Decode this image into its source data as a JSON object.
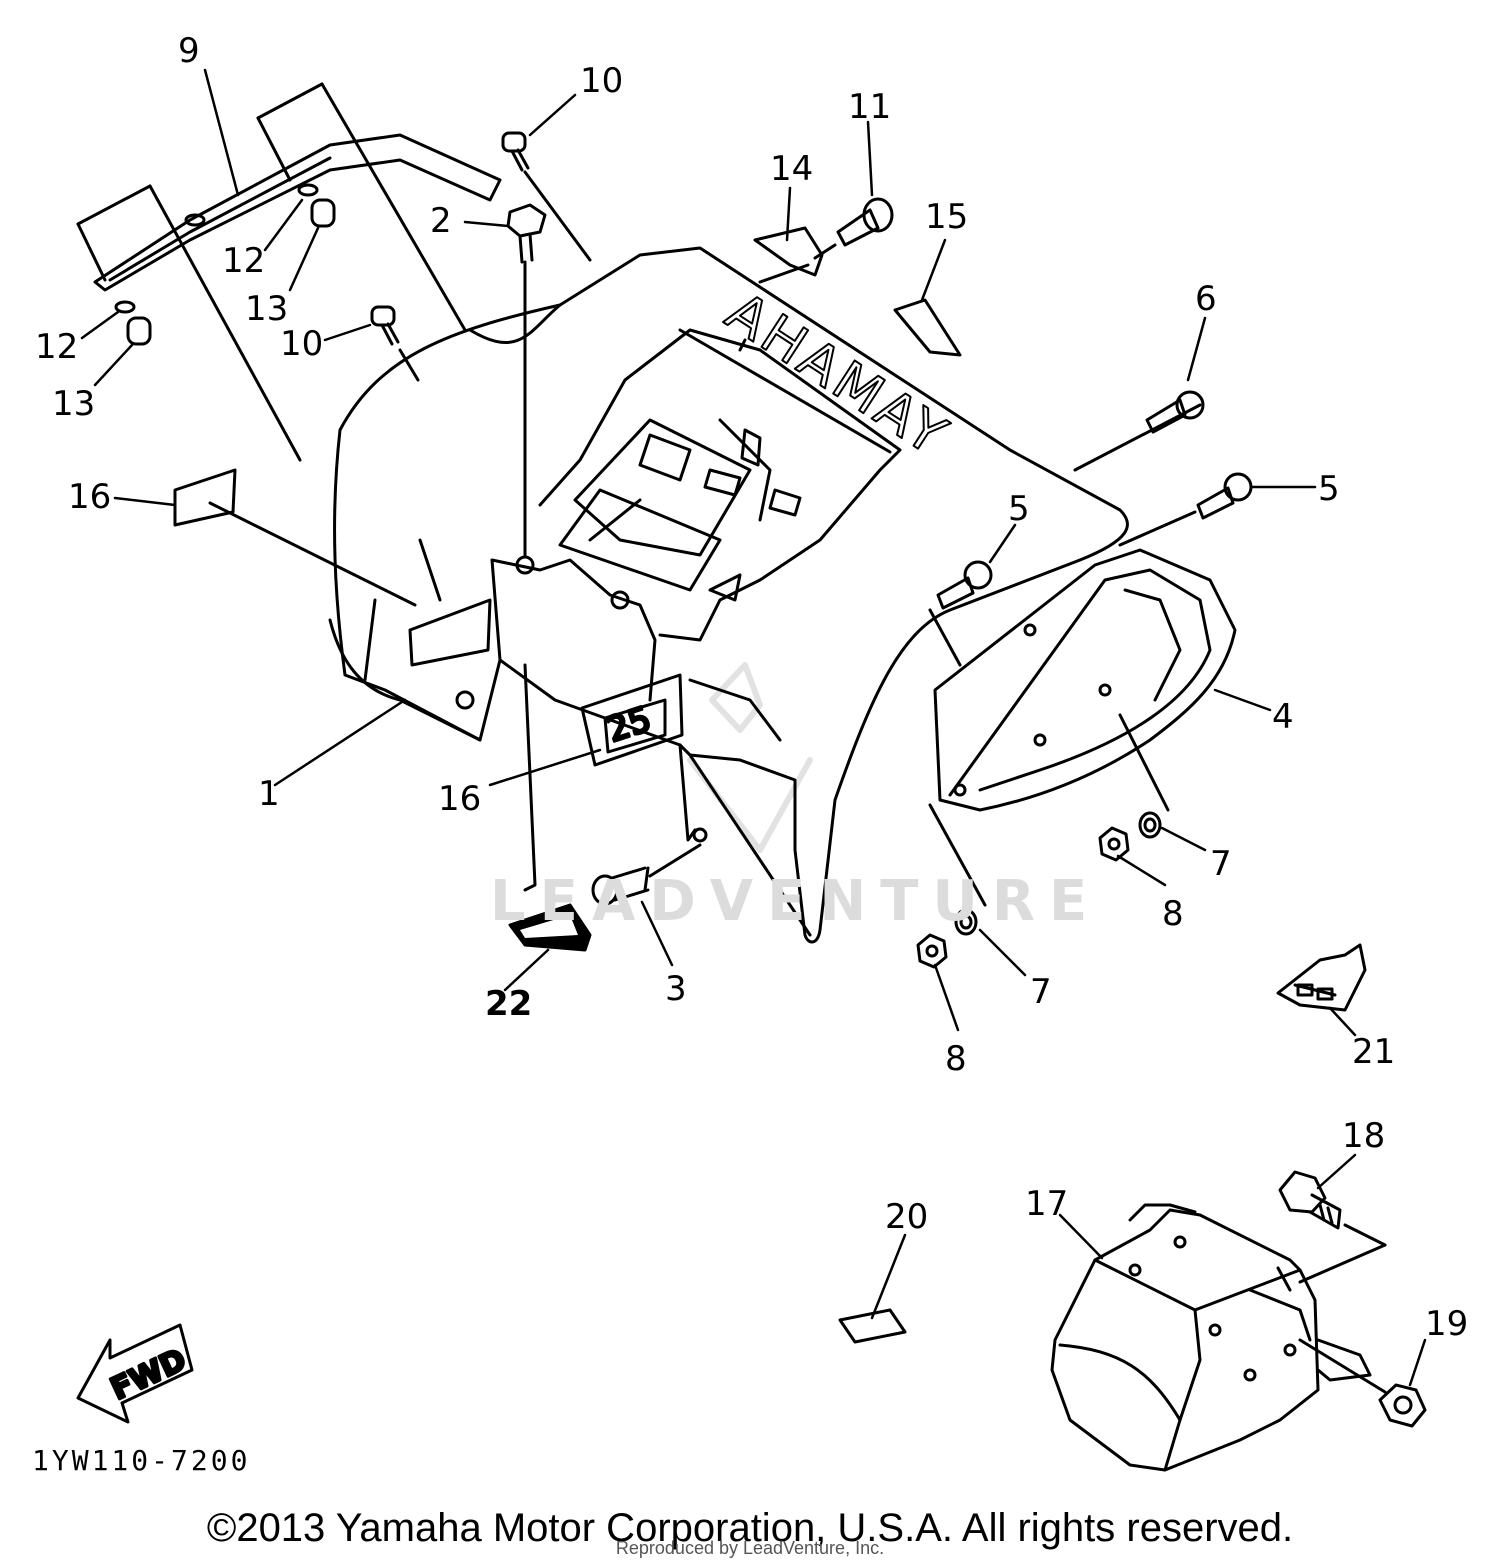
{
  "diagram": {
    "callouts": [
      "9",
      "10",
      "2",
      "11",
      "14",
      "15",
      "12",
      "13",
      "12",
      "13",
      "10",
      "6",
      "5",
      "5",
      "16",
      "4",
      "1",
      "16",
      "7",
      "8",
      "3",
      "22",
      "7",
      "8",
      "21",
      "18",
      "17",
      "20",
      "19"
    ],
    "brand_text": "YAMAHA",
    "plate_text": "FWD",
    "license_digits": "25",
    "figure_code": "1YW110-7200",
    "watermark": "LEADVENTURE"
  },
  "footer": {
    "copyright": "©2013 Yamaha Motor Corporation, U.S.A. All rights reserved.",
    "reproduced_by": "Reproduced by LeadVenture, Inc."
  }
}
